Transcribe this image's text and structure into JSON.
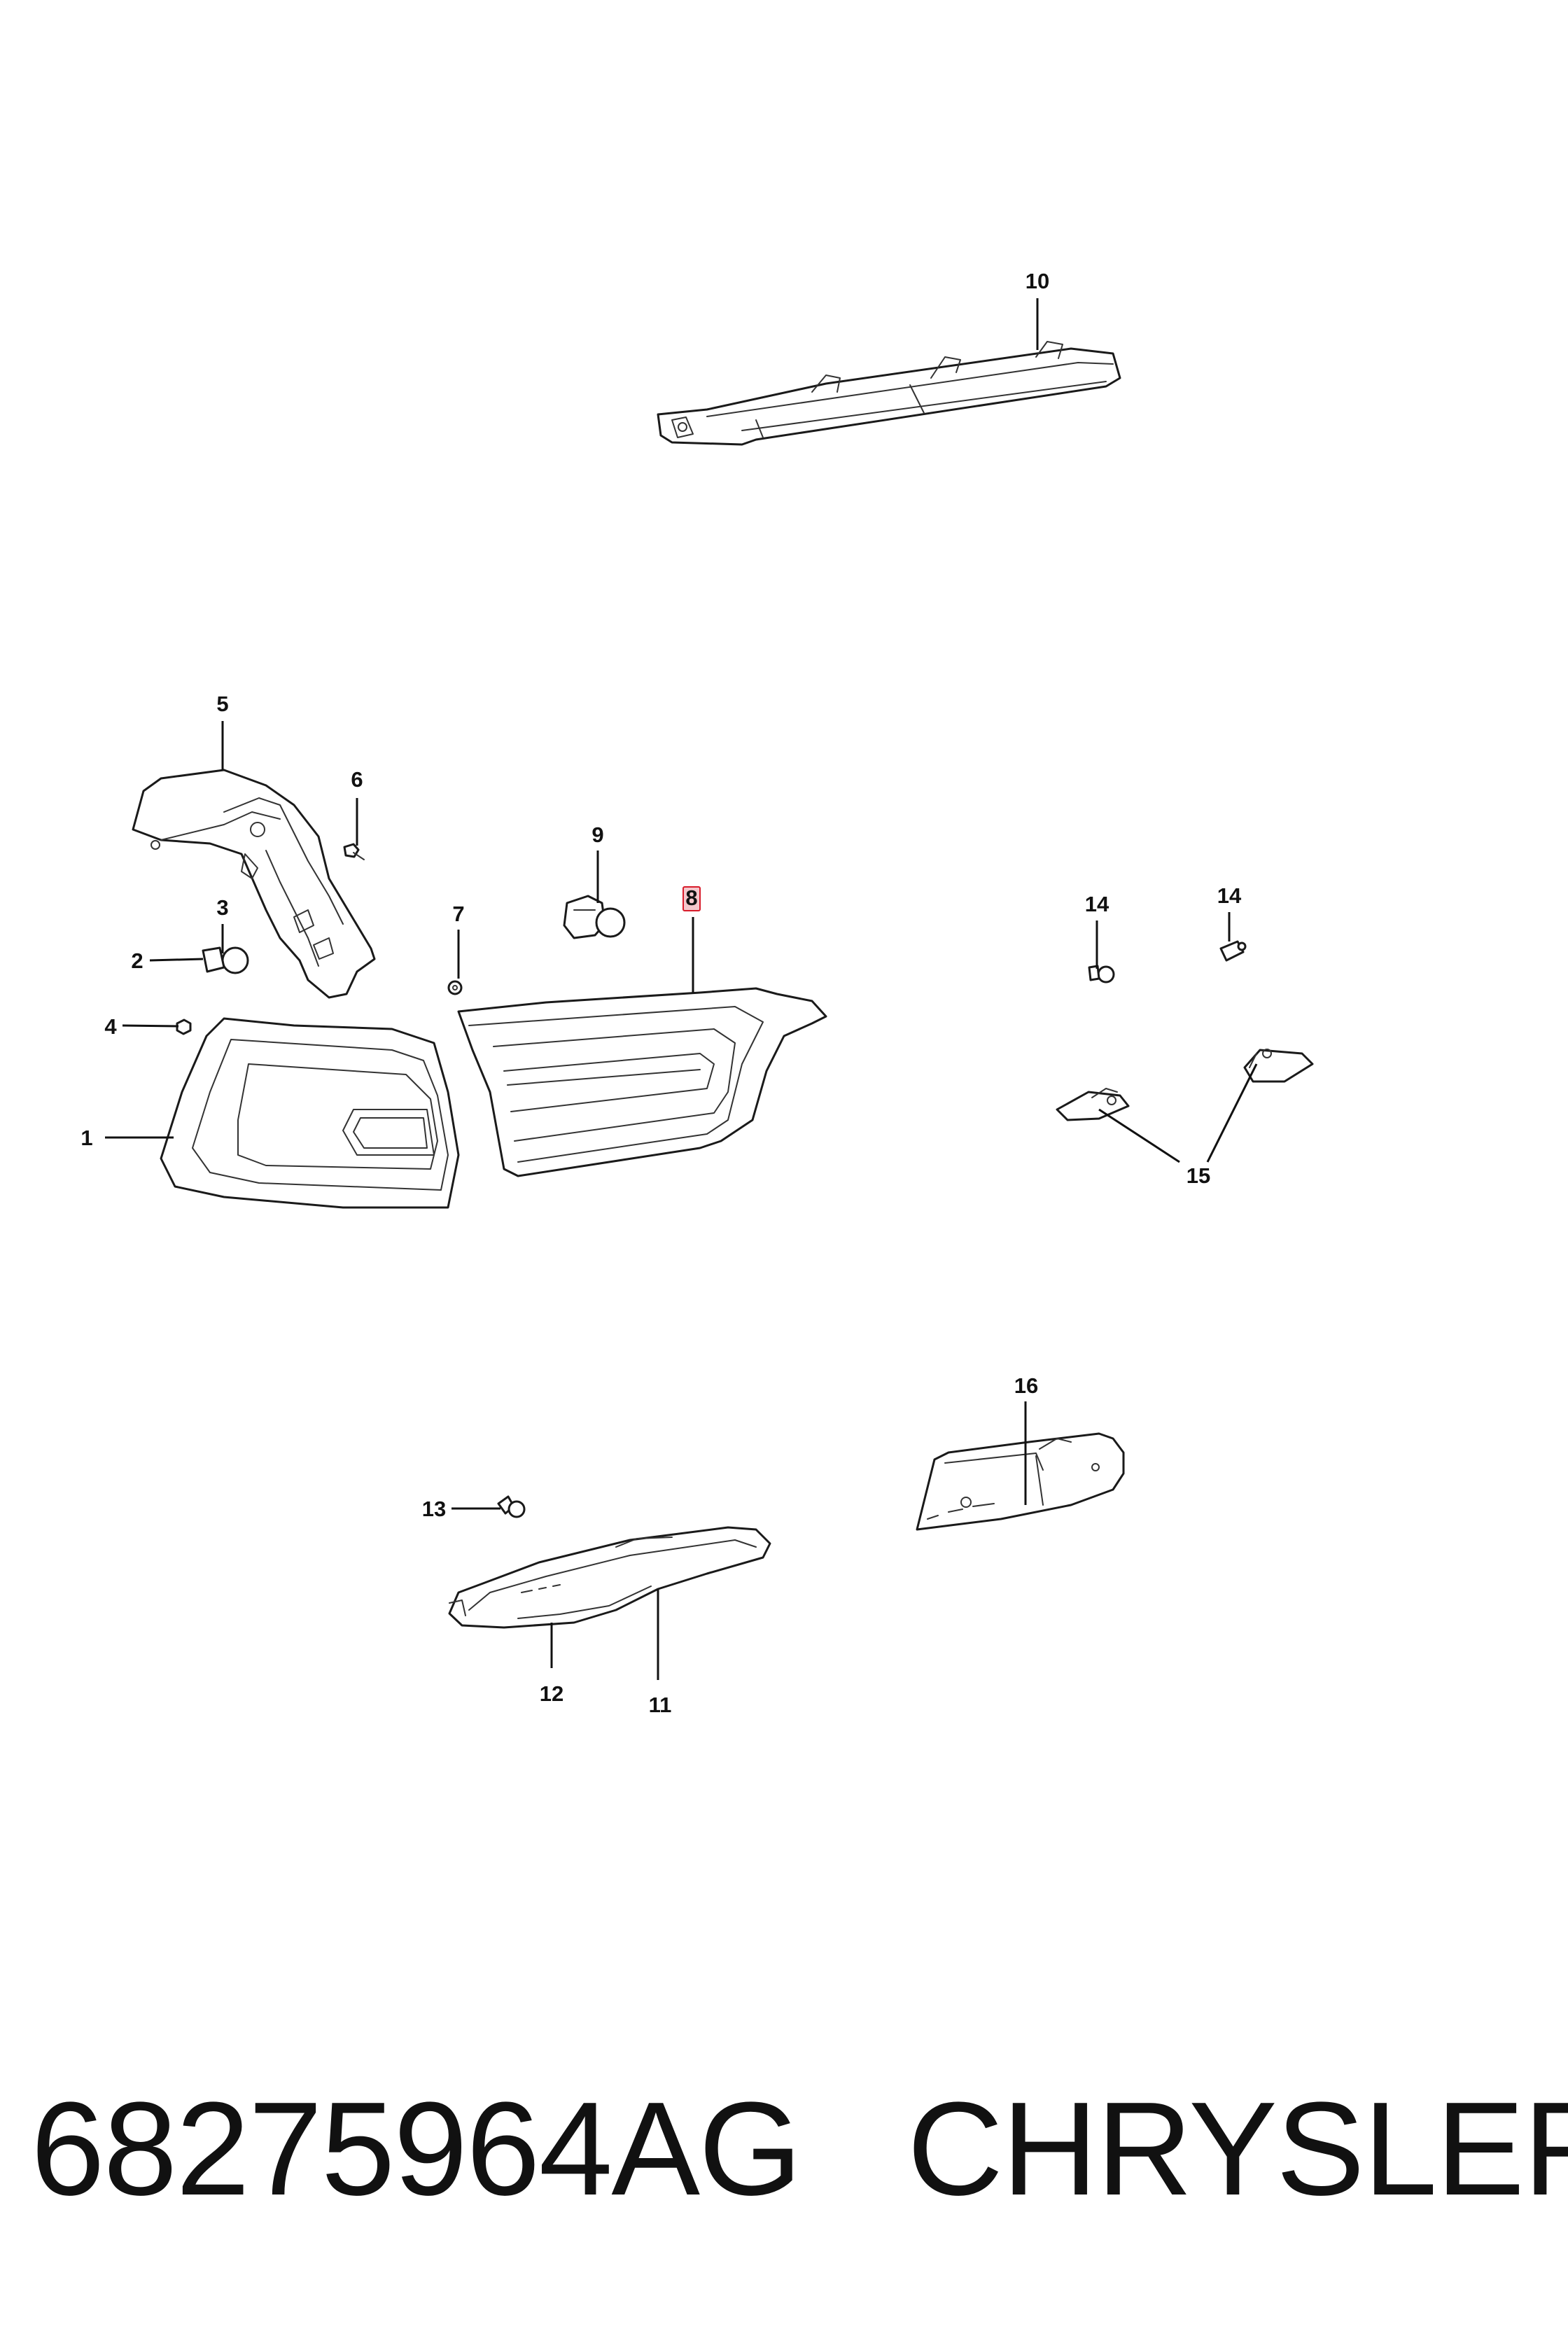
{
  "callouts": [
    {
      "id": "1",
      "label": "1"
    },
    {
      "id": "2",
      "label": "2"
    },
    {
      "id": "3",
      "label": "3"
    },
    {
      "id": "4",
      "label": "4"
    },
    {
      "id": "5",
      "label": "5"
    },
    {
      "id": "6",
      "label": "6"
    },
    {
      "id": "7",
      "label": "7"
    },
    {
      "id": "8",
      "label": "8",
      "highlighted": true
    },
    {
      "id": "9",
      "label": "9"
    },
    {
      "id": "10",
      "label": "10"
    },
    {
      "id": "11",
      "label": "11"
    },
    {
      "id": "12",
      "label": "12"
    },
    {
      "id": "13",
      "label": "13"
    },
    {
      "id": "14a",
      "label": "14"
    },
    {
      "id": "14b",
      "label": "14"
    },
    {
      "id": "15",
      "label": "15"
    },
    {
      "id": "16",
      "label": "16"
    }
  ],
  "highlight_color": "#d81b2a",
  "footer": {
    "part_number": "68275964AG",
    "brand": "CHRYSLER"
  }
}
